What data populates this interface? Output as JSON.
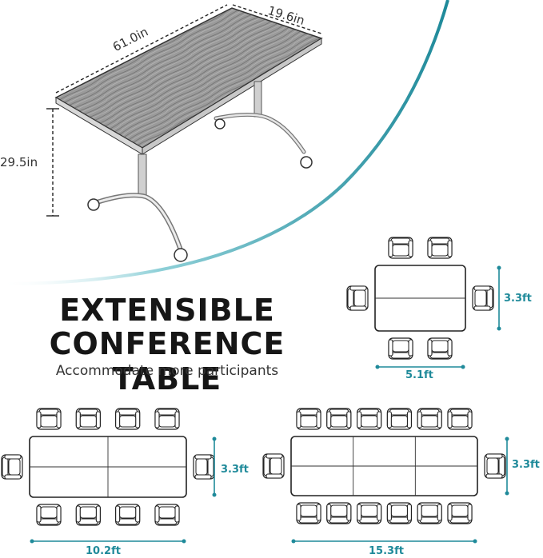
{
  "colors": {
    "accent_teal": "#1f8a9a",
    "outline": "#222222",
    "wood": "#8a8a8a"
  },
  "hero": {
    "dim_length": "61.0in",
    "dim_depth": "19.6in",
    "dim_height": "29.5in"
  },
  "heading": {
    "line1": "EXTENSIBLE",
    "line2": "CONFERENCE TABLE",
    "subtitle": "Accommodate more participants"
  },
  "layouts": {
    "small": {
      "width_label": "5.1ft",
      "height_label": "3.3ft",
      "segments": 1,
      "chairs_per_side": 2
    },
    "medium": {
      "width_label": "10.2ft",
      "height_label": "3.3ft",
      "segments": 2,
      "chairs_per_side": 4
    },
    "large": {
      "width_label": "15.3ft",
      "height_label": "3.3ft",
      "segments": 3,
      "chairs_per_side": 6
    }
  }
}
